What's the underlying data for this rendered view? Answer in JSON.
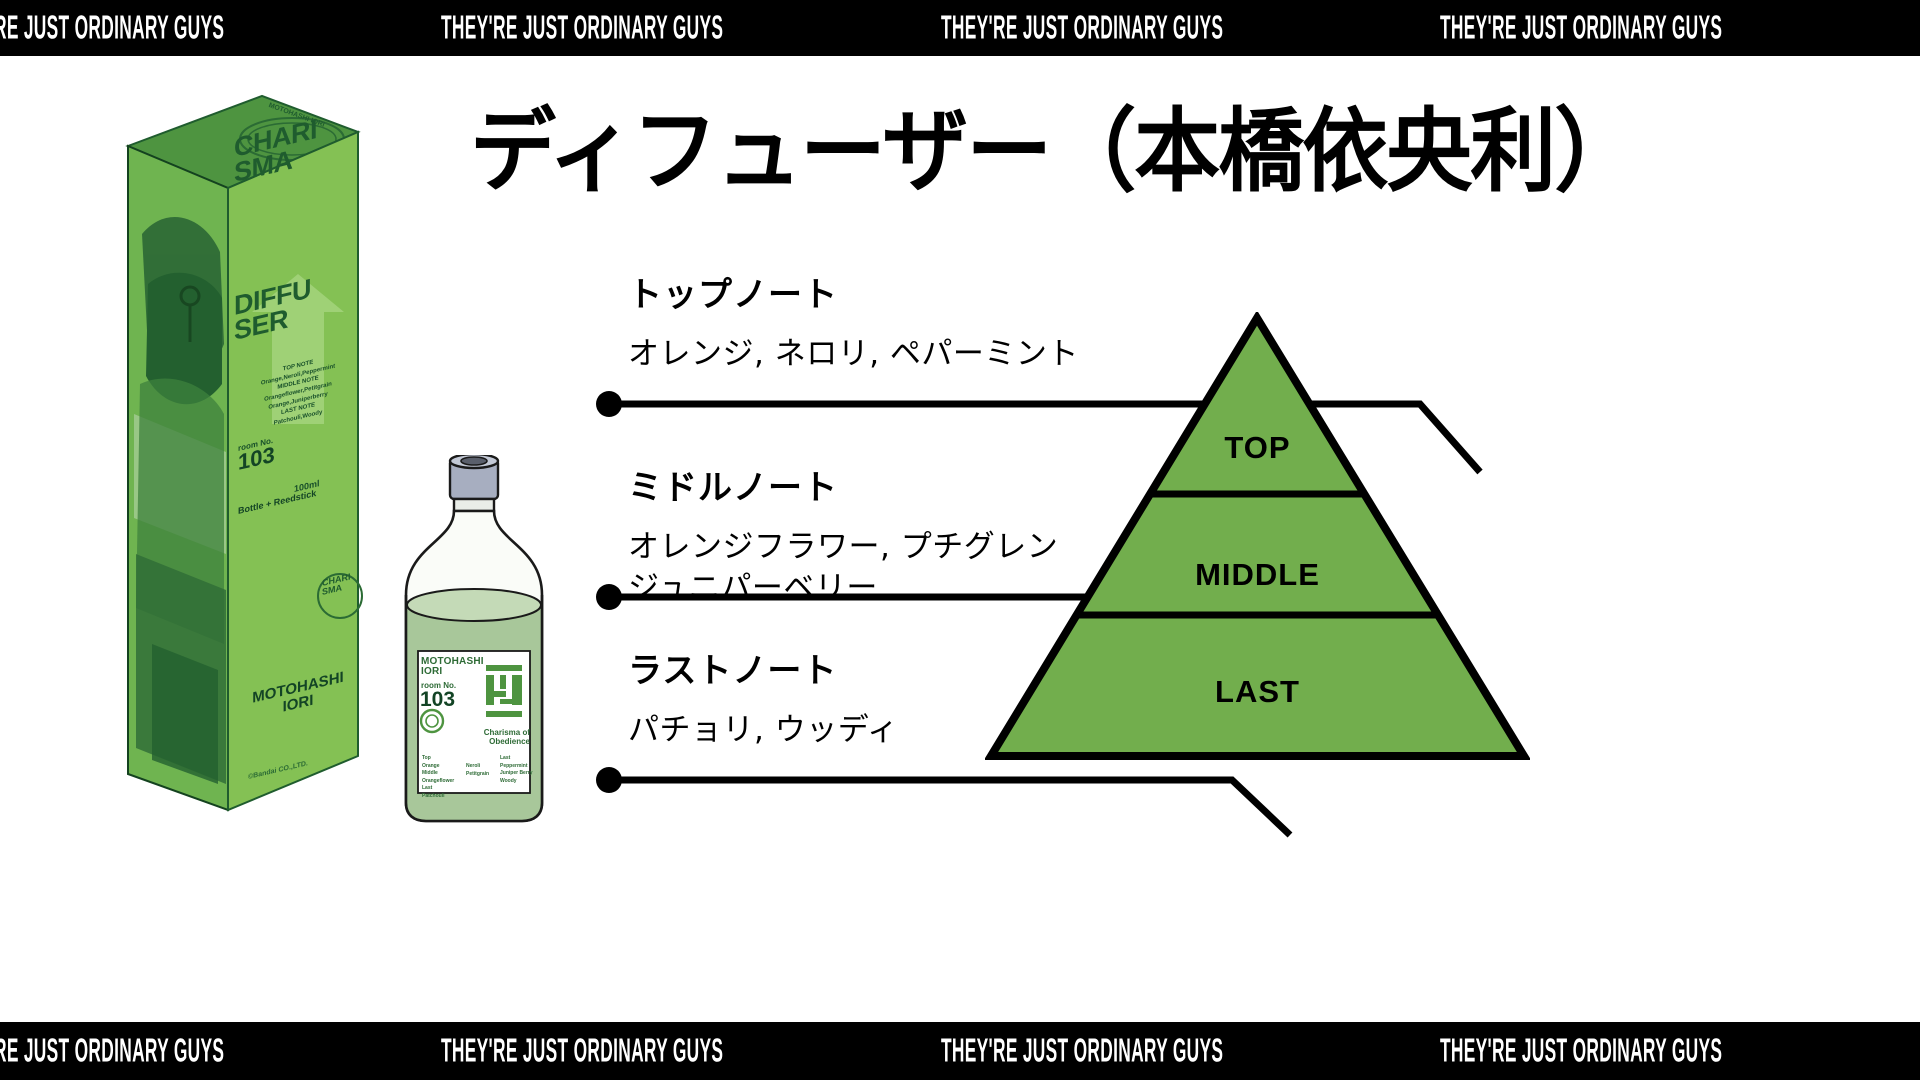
{
  "marquee": {
    "text": "THEY'RE JUST ORDINARY GUYS",
    "repeat_count": 9,
    "bg_color": "#000000",
    "text_color": "#ffffff"
  },
  "header": {
    "title": "ディフューザー（本橋依央利）"
  },
  "colors": {
    "pyramid_green": "#72AE4D",
    "pyramid_outline": "#000000",
    "box_green_light": "#8CC63F",
    "box_green_mid": "#5FA340",
    "box_green_dark": "#1F5C2E",
    "bottle_liquid": "#A8C79A",
    "bottle_cap": "#9AA3B8",
    "background": "#FFFFFF"
  },
  "notes": [
    {
      "id": "top",
      "label": "トップノート",
      "items": [
        "オレンジ, ネロリ, ペパーミント"
      ]
    },
    {
      "id": "middle",
      "label": "ミドルノート",
      "items": [
        "オレンジフラワー, プチグレン",
        "ジュニパーベリー"
      ]
    },
    {
      "id": "last",
      "label": "ラストノート",
      "items": [
        "パチョリ, ウッディ"
      ]
    }
  ],
  "pyramid": {
    "tiers": [
      {
        "id": "top",
        "label": "TOP"
      },
      {
        "id": "middle",
        "label": "MIDDLE"
      },
      {
        "id": "last",
        "label": "LAST"
      }
    ]
  },
  "package": {
    "brand_line1": "CHARI",
    "brand_line2": "SMA",
    "product_line1": "DIFFU",
    "product_line2": "SER",
    "note_block": "TOP NOTE\nOrange,Neroli,Peppermint\nMIDDLE NOTE\nOrangeflower,Petitgrain\nOrange,Juniperberry\nLAST NOTE\nPatchouli,Woody",
    "room_label": "room",
    "no_label": "No.",
    "room_number": "103",
    "volume": "100ml",
    "contents": "Bottle + Reedstick",
    "person_name_line1": "MOTOHASHI",
    "person_name_line2": "IORI",
    "seal_text": "CHARISMA",
    "side_text": "MOTOHASHI IORI",
    "copyright": "©Bandai CO.,LTD."
  },
  "bottle": {
    "name_line1": "MOTOHASHI",
    "name_line2": "IORI",
    "room_label": "room",
    "no_label": "No.",
    "room_number": "103",
    "tagline_line1": "Charisma of",
    "tagline_line2": "Obedience",
    "notes_top_label": "Top",
    "notes_top_1": "Orange",
    "notes_top_2": "Neroli",
    "notes_middle_label": "Middle",
    "notes_middle_1": "Orangeflower",
    "notes_middle_2": "Petitgrain",
    "notes_last_label": "Last",
    "notes_last_1": "Patchouli",
    "notes_last_2": "Peppermint",
    "notes_last_3": "Juniper Berry",
    "notes_last_4": "Woody"
  }
}
